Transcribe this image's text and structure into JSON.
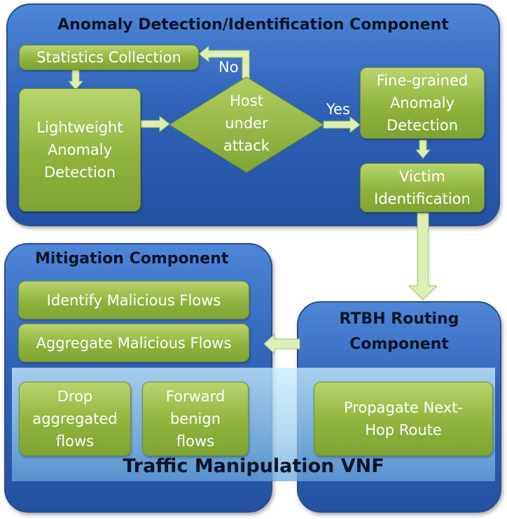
{
  "top_panel": {
    "title": "Anomaly Detection/Identification Component",
    "stats": "Statistics Collection",
    "light": [
      "Lightweight",
      "Anomaly",
      "Detection"
    ],
    "decision": [
      "Host",
      "under",
      "attack"
    ],
    "no": "No",
    "yes": "Yes",
    "fine": [
      "Fine-grained",
      "Anomaly",
      "Detection"
    ],
    "victim": [
      "Victim",
      "Identification"
    ]
  },
  "mitigation": {
    "title": "Mitigation Component",
    "identify": "Identify Malicious Flows",
    "aggregate": "Aggregate Malicious Flows",
    "drop": [
      "Drop",
      "aggregated",
      "flows"
    ],
    "forward": [
      "Forward",
      "benign",
      "flows"
    ]
  },
  "rtbh": {
    "title": [
      "RTBH Routing",
      "Component"
    ],
    "propagate": [
      "Propagate Next-",
      "Hop Route"
    ]
  },
  "vnf_label": "Traffic Manipulation VNF",
  "colors": {
    "panel": "#2f62b8",
    "box": "#8fb43e",
    "arrow": "#dcefb6"
  }
}
